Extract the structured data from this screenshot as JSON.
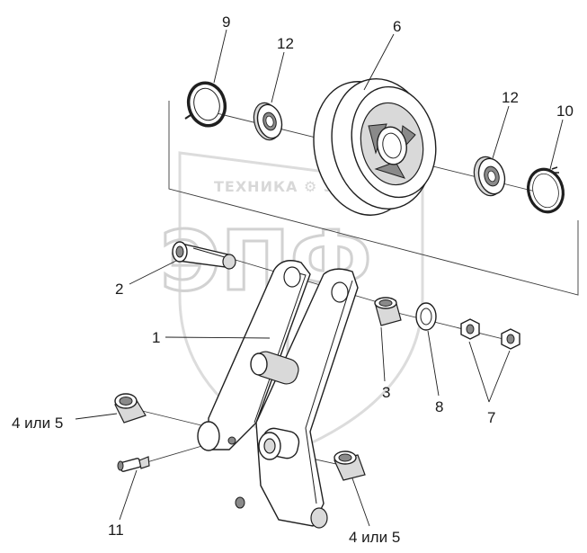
{
  "watermark": {
    "brand_text": "ТЕХНИКА ⚙ ЗАПЧАСТИ",
    "logo_letters": "ЭПФ"
  },
  "callouts": {
    "c1": "1",
    "c2": "2",
    "c3": "3",
    "c4a": "4 или 5",
    "c4b": "4 или 5",
    "c6": "6",
    "c7": "7",
    "c8": "8",
    "c9": "9",
    "c10": "10",
    "c11": "11",
    "c12a": "12",
    "c12b": "12"
  }
}
